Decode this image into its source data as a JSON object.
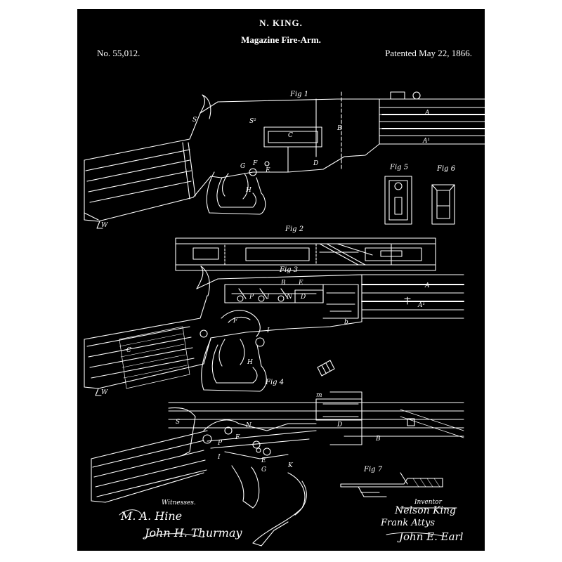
{
  "header": {
    "inventor": "N. KING.",
    "title": "Magazine Fire-Arm.",
    "patent_number": "No. 55,012.",
    "patent_date": "Patented May 22, 1866."
  },
  "figures": {
    "fig1": "Fig 1",
    "fig2": "Fig 2",
    "fig3": "Fig 3",
    "fig4": "Fig 4",
    "fig5": "Fig 5",
    "fig6": "Fig 6",
    "fig7": "Fig 7"
  },
  "footer": {
    "witnesses_label": "Witnesses.",
    "witness_1": "M. A. Hine",
    "witness_2": "John H. Thurmay",
    "inventor_label": "Inventor",
    "inventor_sig": "Nelson King",
    "attorney_sig": "Frank Attys",
    "attorney_sig_2": "John E. Earl"
  },
  "colors": {
    "paper": "#000000",
    "ink": "#ffffff",
    "frame": "#ffffff"
  }
}
